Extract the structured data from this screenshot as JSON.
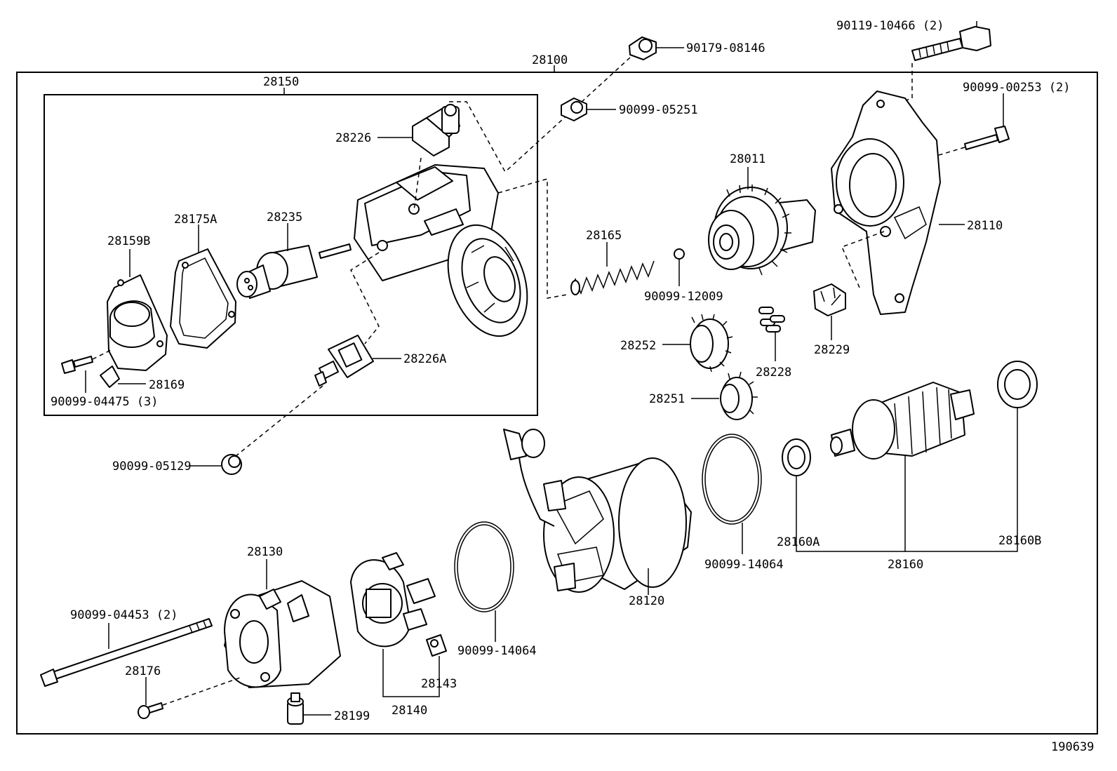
{
  "figure_id": "190639",
  "assembly_number": "28100",
  "subassembly_number": "28150",
  "labels": {
    "l28100": "28100",
    "l28150": "28150",
    "l28226": "28226",
    "l28175A": "28175A",
    "l28235": "28235",
    "l28159B": "28159B",
    "l28169": "28169",
    "l90099_04475": "90099-04475 (3)",
    "l28226A": "28226A",
    "l90099_05129": "90099-05129",
    "l90179_08146": "90179-08146",
    "l90099_05251": "90099-05251",
    "l28165": "28165",
    "l90099_12009": "90099-12009",
    "l28011": "28011",
    "l90119_10466": "90119-10466 (2)",
    "l90099_00253": "90099-00253 (2)",
    "l28110": "28110",
    "l28252": "28252",
    "l28228": "28228",
    "l28229": "28229",
    "l28251": "28251",
    "l90099_14064a": "90099-14064",
    "l28120": "28120",
    "l28160A": "28160A",
    "l28160": "28160",
    "l28160B": "28160B",
    "l28130": "28130",
    "l90099_04453": "90099-04453 (2)",
    "l28176": "28176",
    "l28199": "28199",
    "l28140": "28140",
    "l28143": "28143",
    "l90099_14064b": "90099-14064"
  }
}
